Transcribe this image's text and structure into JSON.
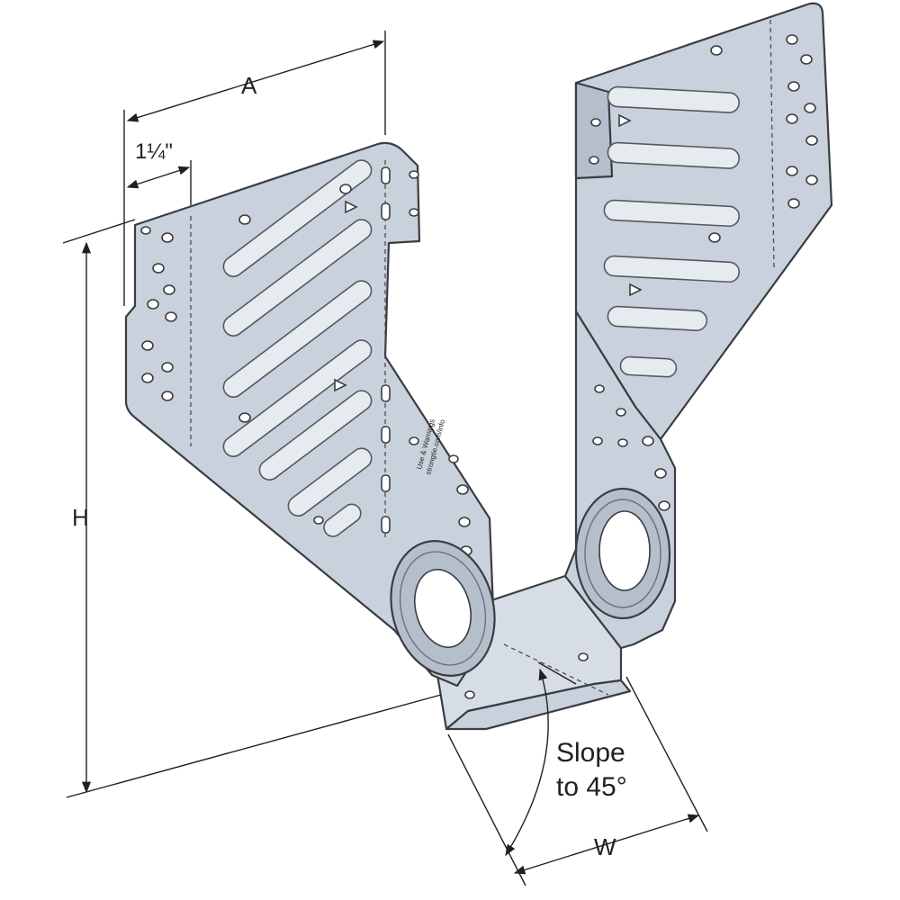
{
  "diagram": {
    "dimension_a": "A",
    "dimension_offset": "1¼\"",
    "dimension_h": "H",
    "dimension_w": "W",
    "slope_line1": "Slope",
    "slope_line2": "to 45°",
    "stamp_line1": "Use & Warnings",
    "stamp_line2": "strongtie.com/info"
  }
}
